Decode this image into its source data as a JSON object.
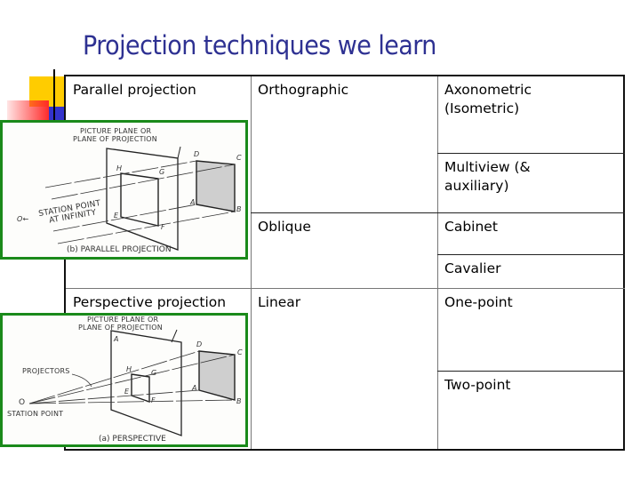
{
  "slide": {
    "title": "Projection techniques we learn"
  },
  "table": {
    "rows": [
      {
        "category": "Parallel projection",
        "type": "Orthographic",
        "subtypes": [
          "Axonometric (Isometric)",
          "Multiview (& auxiliary)"
        ]
      },
      {
        "category": "",
        "type": "Oblique",
        "subtypes": [
          "Cabinet",
          "Cavalier"
        ]
      },
      {
        "category": "Perspective projection",
        "type": "Linear",
        "subtypes": [
          "One-point",
          "Two-point"
        ]
      }
    ],
    "cells": {
      "parallel": "Parallel projection",
      "orthographic": "Orthographic",
      "axonometric": "Axonometric (Isometric)",
      "multiview": "Multiview (& auxiliary)",
      "oblique": "Oblique",
      "cabinet": "Cabinet",
      "cavalier": "Cavalier",
      "perspective": "Perspective projection",
      "linear": "Linear",
      "one_point": "One-point",
      "two_point": "Two-point"
    }
  },
  "figures": {
    "parallel": {
      "plane_label_1": "PICTURE PLANE OR",
      "plane_label_2": "PLANE OF PROJECTION",
      "station_label_1": "STATION POINT",
      "station_label_2": "AT INFINITY",
      "origin_label": "O←",
      "caption": "(b) PARALLEL PROJECTION",
      "points": {
        "A": "A",
        "B": "B",
        "C": "C",
        "D": "D",
        "E": "E",
        "F": "F",
        "G": "G",
        "H": "H"
      }
    },
    "perspective": {
      "plane_label_1": "PICTURE PLANE OR",
      "plane_label_2": "PLANE OF PROJECTION",
      "projectors_label": "PROJECTORS",
      "station_label": "STATION POINT",
      "origin_label": "O",
      "caption": "(a) PERSPECTIVE",
      "points": {
        "A": "A",
        "B": "B",
        "C": "C",
        "D": "D",
        "E": "E",
        "F": "F",
        "G": "G",
        "H": "H"
      }
    }
  },
  "colors": {
    "title": "#2e3192",
    "figure_border": "#1a8a1a",
    "deco_yellow": "#ffcc00",
    "deco_blue": "#3333cc",
    "deco_red": "#ff2a2a"
  }
}
